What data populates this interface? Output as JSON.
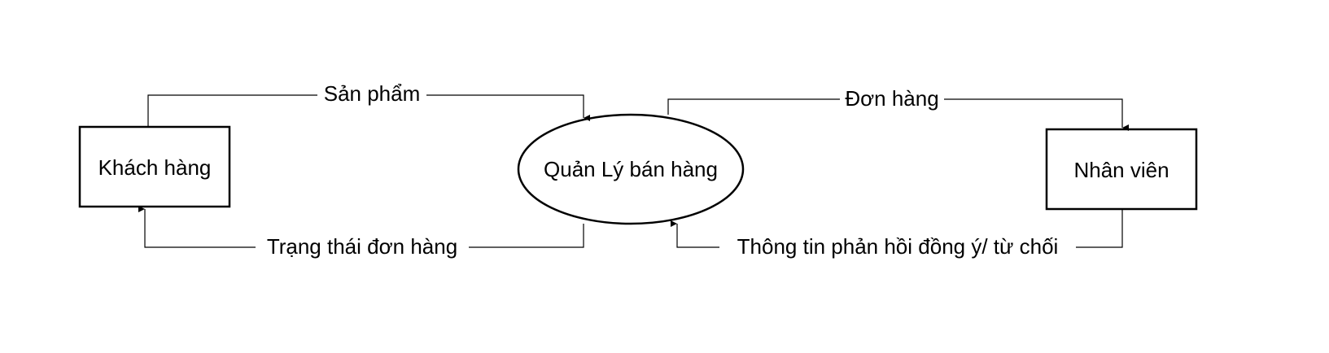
{
  "nodes": {
    "customer": {
      "label": "Khách hàng"
    },
    "process": {
      "label": "Quản Lý bán hàng"
    },
    "staff": {
      "label": "Nhân viên"
    }
  },
  "flows": {
    "product": {
      "label": "Sản phẩm"
    },
    "order": {
      "label": "Đơn hàng"
    },
    "order_status": {
      "label": "Trạng thái đơn hàng"
    },
    "feedback": {
      "label": "Thông tin phản hồi đồng ý/ từ chối"
    }
  },
  "colors": {
    "stroke": "#000000",
    "background": "#ffffff"
  }
}
